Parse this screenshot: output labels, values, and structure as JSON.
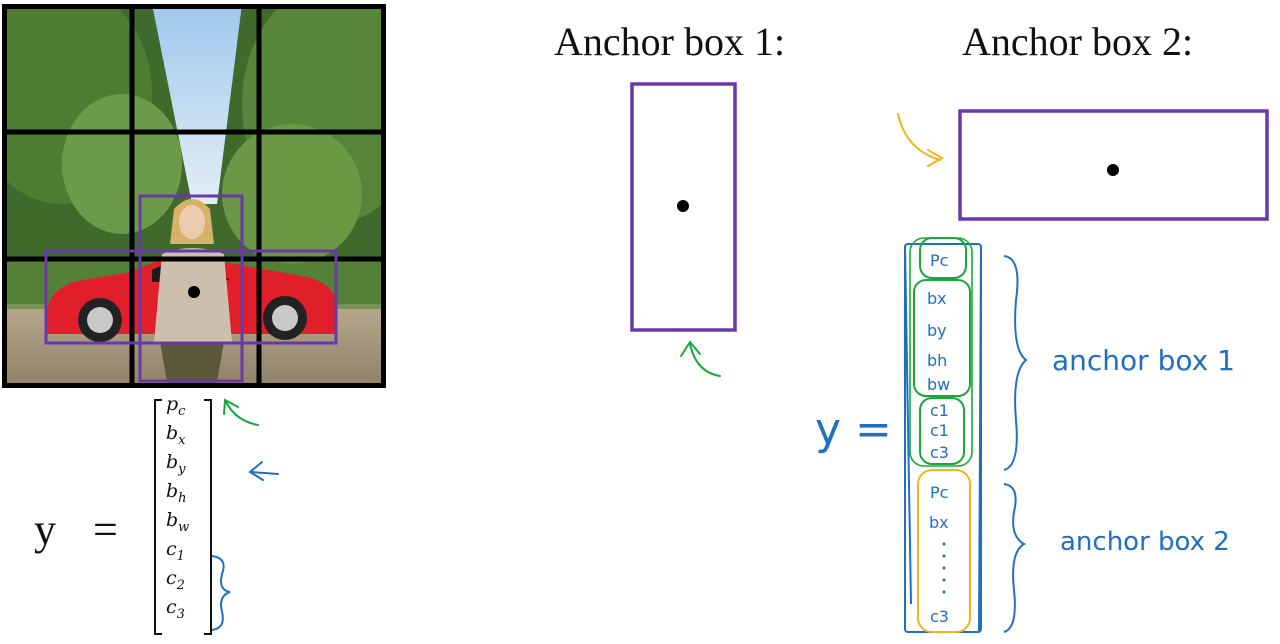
{
  "anchor_titles": [
    "Anchor box 1:",
    "Anchor box 2:"
  ],
  "equation": {
    "lhs": "y",
    "eq": "="
  },
  "vector": [
    {
      "base": "p",
      "sub": "c"
    },
    {
      "base": "b",
      "sub": "x"
    },
    {
      "base": "b",
      "sub": "y"
    },
    {
      "base": "b",
      "sub": "h"
    },
    {
      "base": "b",
      "sub": "w"
    },
    {
      "base": "c",
      "sub": "1"
    },
    {
      "base": "c",
      "sub": "2"
    },
    {
      "base": "c",
      "sub": "3"
    }
  ],
  "handwritten": {
    "y_eq": "y =",
    "group1_items": [
      "Pc",
      "bx",
      "by",
      "bh",
      "bw",
      "c1",
      "c1",
      "c3"
    ],
    "group2_items": [
      "Pc",
      "bx",
      "c3"
    ],
    "label1": "anchor box 1",
    "label2": "anchor box 2"
  },
  "colors": {
    "purple": "#6a38a8",
    "green": "#1aa83a",
    "blue": "#1f6fc4",
    "orange": "#f5b31c",
    "grid": "#000000"
  }
}
